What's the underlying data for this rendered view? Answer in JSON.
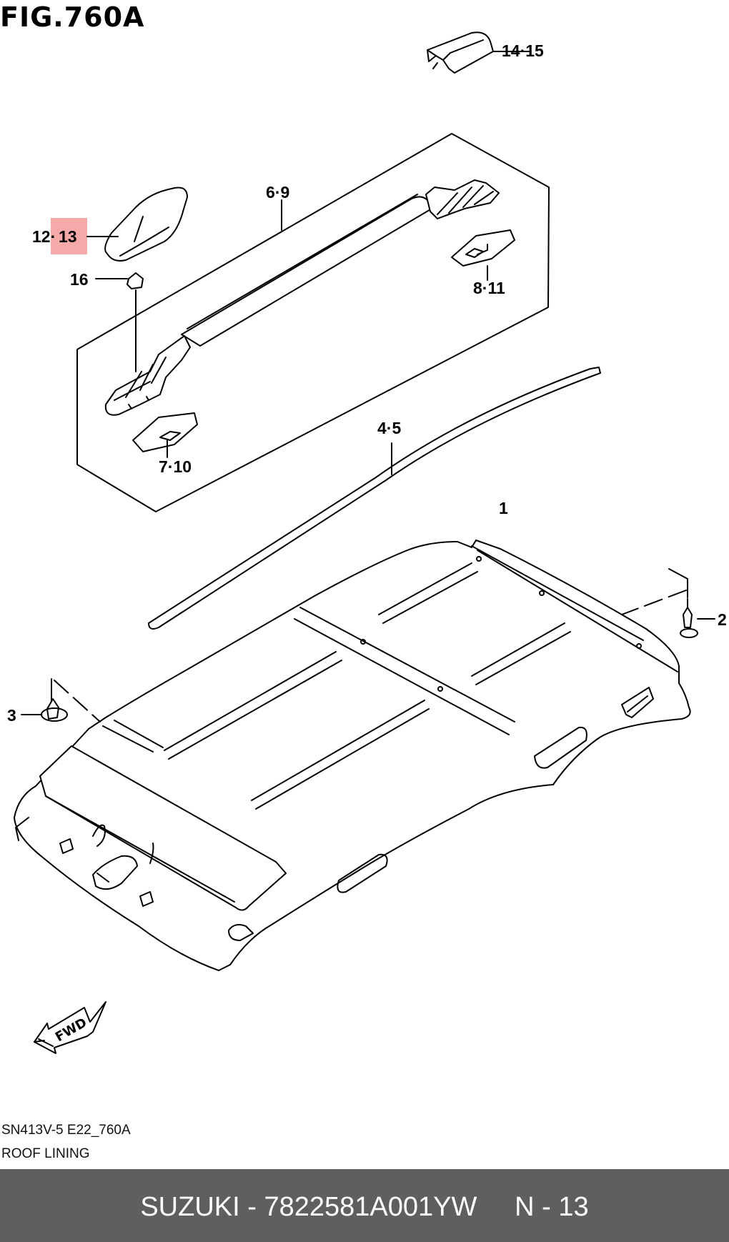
{
  "figure": {
    "title": "FIG.760A"
  },
  "callouts": {
    "c1": "1",
    "c2": "2",
    "c3": "3",
    "c45": "4·5",
    "c69": "6·9",
    "c710": "7·10",
    "c811": "8·11",
    "c1213_a": "12·",
    "c1213_b": "13",
    "c1415": "14·15",
    "c16": "16"
  },
  "fwd_label": "FWD",
  "footer": {
    "code": "SN413V-5 E22_760A",
    "name": "ROOF LINING",
    "brand": "SUZUKI",
    "part_number": "7822581A001YW",
    "ref": "N - 13"
  },
  "colors": {
    "highlight": "#f39a9a",
    "footer_bar": "#5f5f5f"
  }
}
